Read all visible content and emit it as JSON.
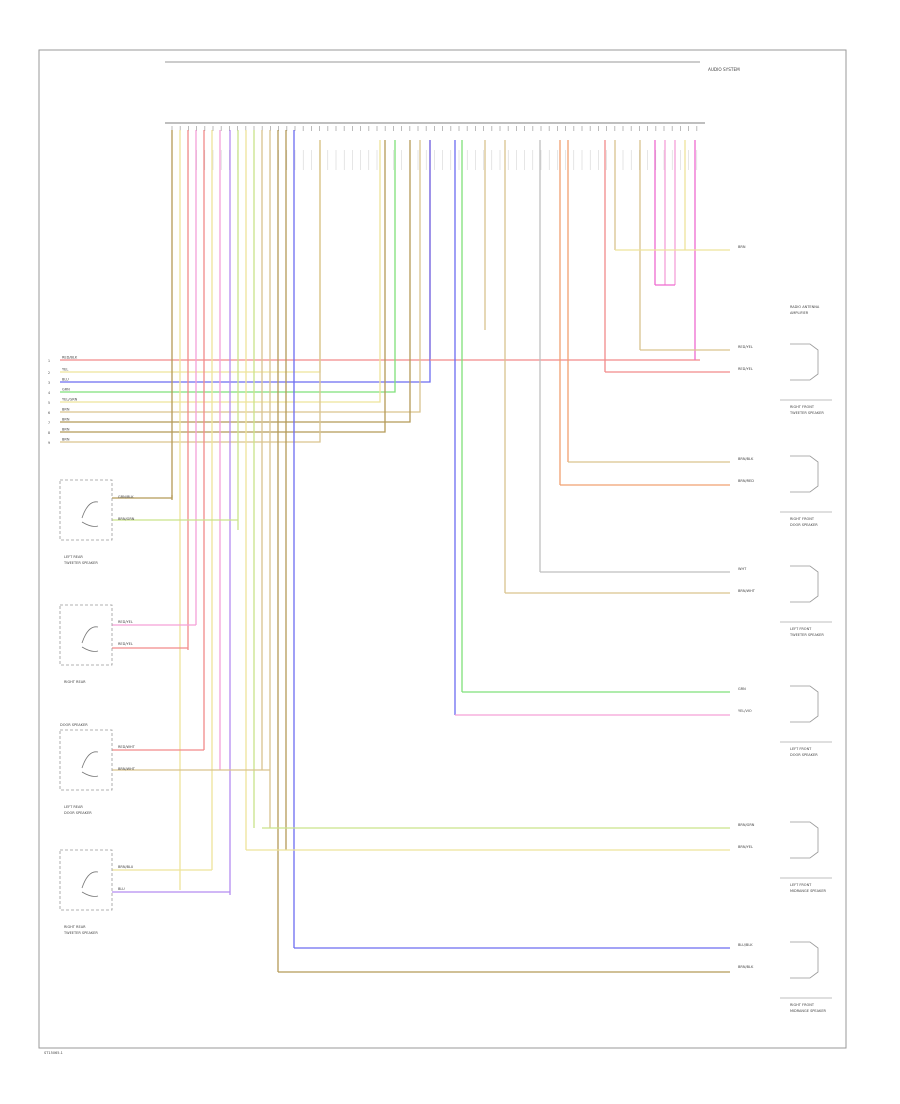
{
  "diagram": {
    "header_title": "AUDIO SYSTEM",
    "footer_code": "ST15065.1",
    "colors": {
      "red": "#f28a8a",
      "pink": "#f5a0d8",
      "magenta": "#ef6bd0",
      "yellow": "#eee39a",
      "tan": "#d9c38e",
      "brown": "#b59a57",
      "green": "#7fe07a",
      "lime": "#c9e38a",
      "blue": "#6c6cf0",
      "violet": "#b48cf0",
      "orange": "#f0a070",
      "gray": "#bfbfbf",
      "frame": "#999999"
    },
    "bus_wires": [
      {
        "label": "RED/BLK",
        "pin": "1"
      },
      {
        "label": "YEL",
        "pin": "2"
      },
      {
        "label": "BLU",
        "pin": "3"
      },
      {
        "label": "GRN",
        "pin": "4"
      },
      {
        "label": "YEL/GRN",
        "pin": "5"
      },
      {
        "label": "BRN",
        "pin": "6"
      },
      {
        "label": "BRN",
        "pin": "7"
      },
      {
        "label": "BRN",
        "pin": "8"
      },
      {
        "label": "BRN",
        "pin": "9"
      }
    ],
    "left_components": [
      {
        "name": "LEFT REAR TWEETER SPEAKER",
        "wires": [
          "GRN/BLK",
          "BRN/GRN"
        ]
      },
      {
        "name": "RIGHT REAR",
        "wires": [
          "RED/YEL",
          "RED/YEL"
        ]
      },
      {
        "name": "LEFT REAR DOOR SPEAKER",
        "top_label": "DOOR SPEAKER",
        "wires": [
          "RED/WHT",
          "BRN/WHT"
        ]
      },
      {
        "name": "RIGHT REAR TWEETER SPEAKER",
        "wires": [
          "BRN/BLU",
          "BLU"
        ]
      }
    ],
    "right_components": [
      {
        "name": "RADIO ANTENNA AMPLIFIER",
        "wires": [
          "BRN"
        ]
      },
      {
        "name": "RIGHT FRONT TWEETER SPEAKER",
        "wires": [
          "RED/YEL",
          "RED/YEL"
        ]
      },
      {
        "name": "RIGHT FRONT DOOR SPEAKER",
        "wires": [
          "BRN/BLK",
          "BRN/RED"
        ]
      },
      {
        "name": "LEFT FRONT TWEETER SPEAKER",
        "wires": [
          "WHT",
          "BRN/WHT"
        ]
      },
      {
        "name": "LEFT FRONT DOOR SPEAKER",
        "wires": [
          "GRN",
          "YEL/VIO"
        ]
      },
      {
        "name": "LEFT FRONT MIDRANGE SPEAKER",
        "wires": [
          "BRN/GRN",
          "BRN/YEL"
        ]
      },
      {
        "name": "RIGHT FRONT MIDRANGE SPEAKER",
        "wires": [
          "BLU/BLK",
          "BRN/BLK"
        ]
      }
    ]
  }
}
